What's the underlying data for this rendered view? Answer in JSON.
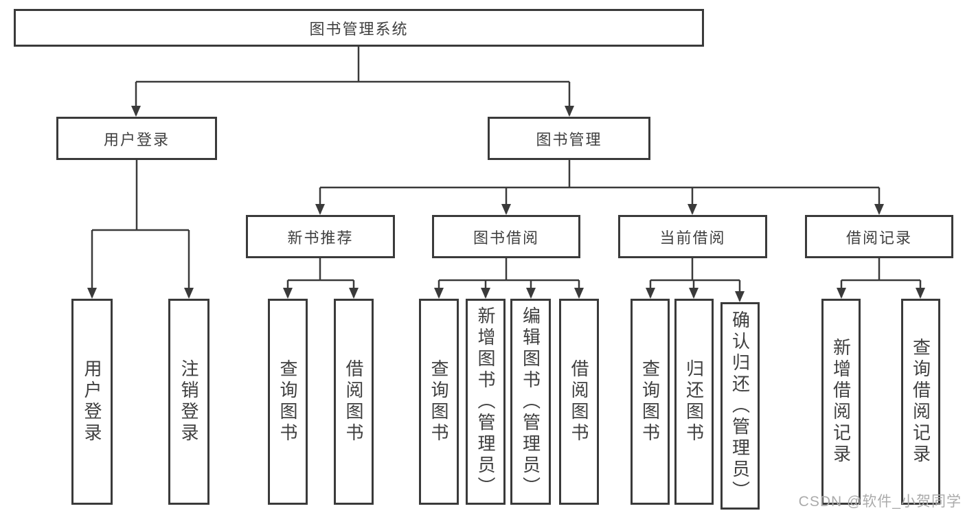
{
  "colors": {
    "line": "#3a3a3a",
    "text": "#3f3f3f",
    "watermark": "#ababab",
    "background": "#ffffff"
  },
  "nodes": {
    "root": "图书管理系统",
    "level2": {
      "user_login": "用户登录",
      "book_management": "图书管理"
    },
    "level3": {
      "new_book_recommend": "新书推荐",
      "book_borrow": "图书借阅",
      "current_borrow": "当前借阅",
      "borrow_records": "借阅记录"
    },
    "leaves": {
      "user_login": [
        "用户登录",
        "注销登录"
      ],
      "new_book_recommend": [
        "查询图书",
        "借阅图书"
      ],
      "book_borrow": [
        "查询图书",
        "新增图书（管理员）",
        "编辑图书（管理员）",
        "借阅图书"
      ],
      "current_borrow": [
        "查询图书",
        "归还图书",
        "确认归还（管理员）"
      ],
      "borrow_records": [
        "新增借阅记录",
        "查询借阅记录"
      ]
    }
  },
  "watermark": "CSDN @软件_小贺同学"
}
